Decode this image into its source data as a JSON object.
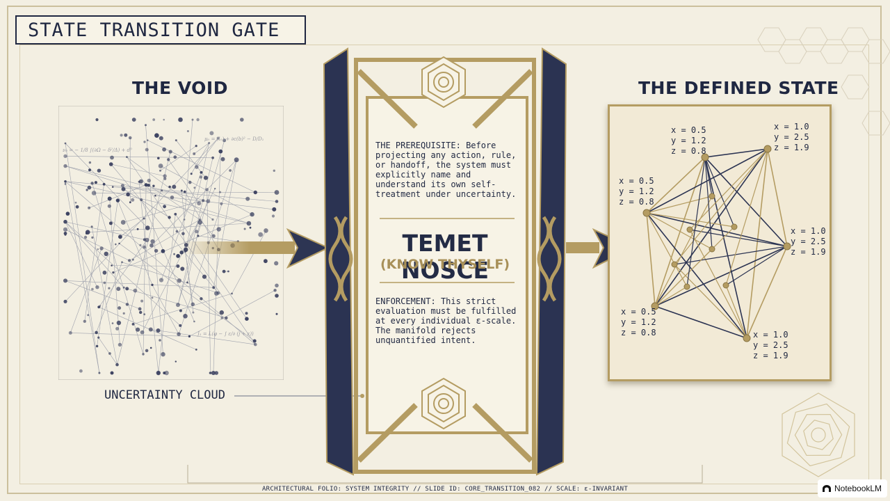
{
  "title": "STATE TRANSITION GATE",
  "void": {
    "heading": "THE VOID",
    "cloud_label": "UNCERTAINTY CLOUD"
  },
  "gate": {
    "prerequisite": {
      "label": "THE PREREQUISITE:",
      "text": "Before projecting any action, rule, or handoff, the system must explicitly name and understand its own self-treatment under uncertainty."
    },
    "title": "TEMET NOSCE",
    "subtitle": "(KNOW THYSELF)",
    "enforcement": {
      "label": "ENFORCEMENT:",
      "text": "This strict evaluation must be fulfilled at every individual ε-scale. The manifold rejects unquantified intent."
    }
  },
  "defined": {
    "heading": "THE DEFINED STATE",
    "coordinates": [
      {
        "x": "x = 0.5",
        "y": "y = 1.2",
        "z": "z = 0.8"
      },
      {
        "x": "x = 1.0",
        "y": "y = 2.5",
        "z": "z = 1.9"
      },
      {
        "x": "x = 0.5",
        "y": "y = 1.2",
        "z": "z = 0.8"
      },
      {
        "x": "x = 1.0",
        "y": "y = 2.5",
        "z": "z = 1.9"
      },
      {
        "x": "x = 0.5",
        "y": "y = 1.2",
        "z": "z = 0.8"
      },
      {
        "x": "x = 1.0",
        "y": "y = 2.5",
        "z": "z = 1.9"
      }
    ]
  },
  "footer": "ARCHITECTURAL FOLIO: SYSTEM INTEGRITY // SLIDE ID: CORE_TRANSITION_082 // SCALE: ε-INVARIANT",
  "brand": "NotebookLM",
  "colors": {
    "navy": "#1f2741",
    "gold": "#b49c62",
    "paper": "#f3efe2"
  }
}
